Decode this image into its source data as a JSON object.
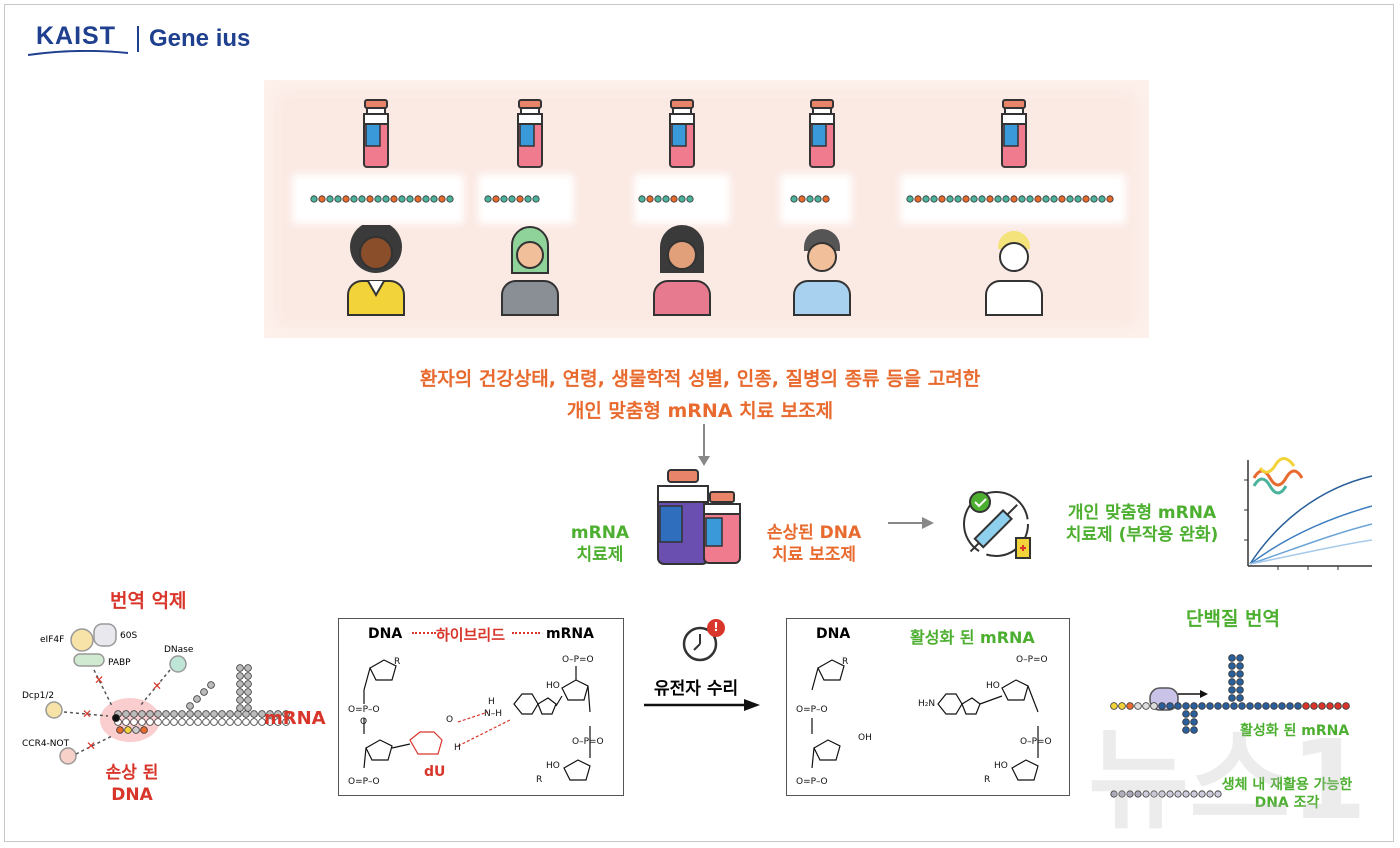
{
  "logo": {
    "kaist": "KAIST",
    "separator": "|",
    "geneius": "Gene ius"
  },
  "top_caption": {
    "line1": "환자의 건강상태, 연령, 생물학적 성별, 인종, 질병의 종류 등을 고려한",
    "line2": "개인 맞춤형 mRNA 치료 보조제"
  },
  "middle": {
    "mrna_label": "mRNA\n치료제",
    "dna_label": "손상된 DNA\n치료 보조제",
    "personal_label": "개인 맞춤형 mRNA\n치료제 (부작용 완화)"
  },
  "left": {
    "title": "번역 억제",
    "eif4f": "eIF4F",
    "s60": "60S",
    "pabp": "PABP",
    "dnase": "DNase",
    "dcp": "Dcp1/2",
    "ccr4": "CCR4-NOT",
    "mrna": "mRNA",
    "damaged": "손상 된\nDNA"
  },
  "box1": {
    "dna": "DNA",
    "hybrid": "하이브리드",
    "mrna": "mRNA",
    "du": "dU"
  },
  "repair": {
    "label": "유전자 수리",
    "alert": "!"
  },
  "box2": {
    "dna": "DNA",
    "activated": "활성화 된 mRNA"
  },
  "right": {
    "title": "단백질 번역",
    "activated": "활성화 된 mRNA",
    "reusable": "생체 내 재활용 가능한\nDNA 조각"
  },
  "watermark": "뉴스1",
  "colors": {
    "orange": "#e86a2e",
    "green": "#4caf2f",
    "red": "#d9362b",
    "navy": "#1f3f8f",
    "teal": "#5fbfa8",
    "bead_orange": "#e86a2e",
    "bead_teal": "#4bb39c"
  }
}
